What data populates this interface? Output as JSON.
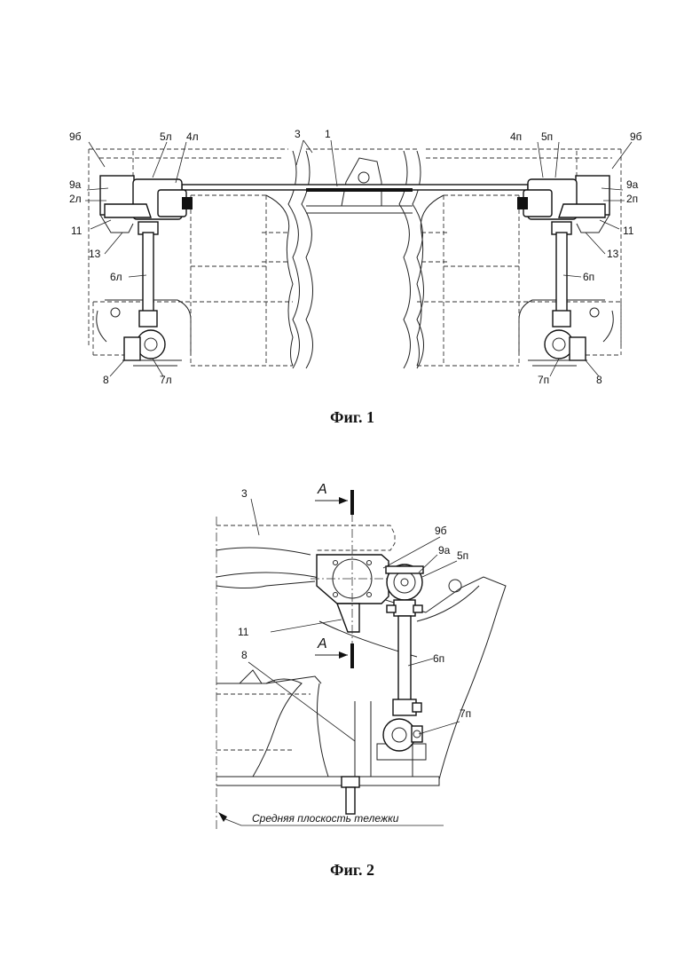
{
  "figure1": {
    "caption": "Фиг. 1",
    "labels": {
      "l_9b": "9б",
      "l_5l": "5л",
      "l_4l": "4л",
      "l_3": "3",
      "l_1": "1",
      "l_4p": "4п",
      "l_5p": "5п",
      "r_9b": "9б",
      "l_9a": "9а",
      "l_2l": "2л",
      "r_9a": "9а",
      "r_2p": "2п",
      "l_11": "11",
      "l_13": "13",
      "r_11": "11",
      "r_13": "13",
      "l_6l": "6л",
      "r_6p": "6п",
      "l_8": "8",
      "l_7l": "7л",
      "r_7p": "7п",
      "r_8": "8"
    }
  },
  "figure2": {
    "caption": "Фиг. 2",
    "section_mark": "А",
    "note": "Средняя плоскость тележки",
    "labels": {
      "l_3": "3",
      "l_9b": "9б",
      "l_9a": "9а",
      "l_5p": "5п",
      "l_11": "11",
      "l_6p": "6п",
      "l_8": "8",
      "l_7p": "7п"
    }
  }
}
